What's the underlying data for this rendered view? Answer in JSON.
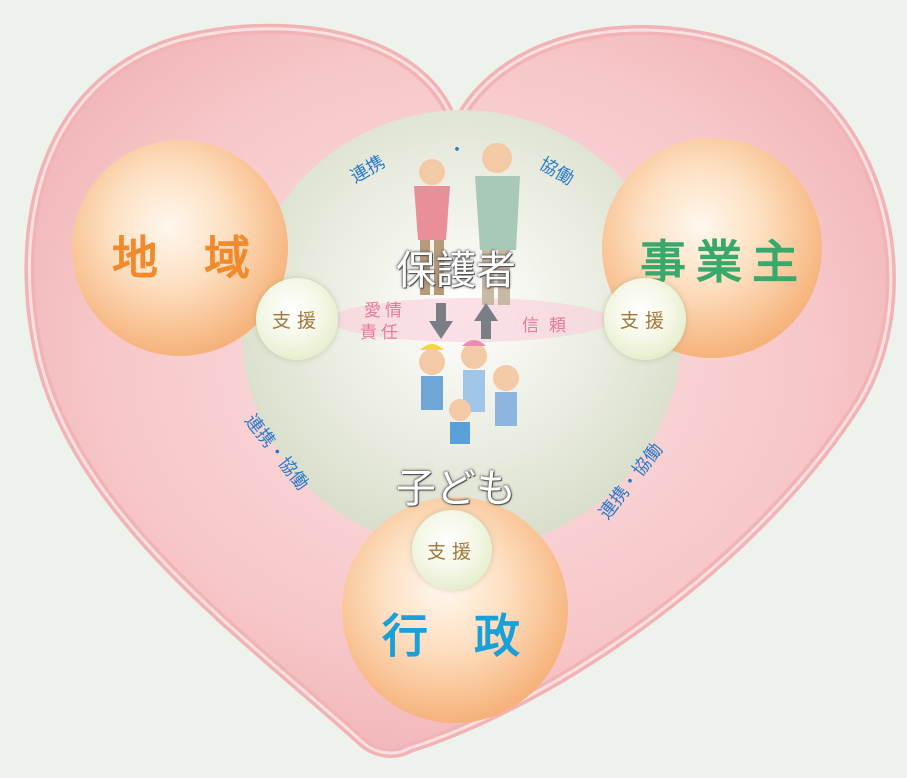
{
  "nodes": {
    "chiiki": "地　域",
    "jigyounushi": "事業主",
    "gyousei": "行　政",
    "hogosha": "保護者",
    "kodomo": "子ども"
  },
  "support": {
    "left": "支援",
    "right": "支援",
    "bottom": "支援"
  },
  "relations": {
    "aijou": "愛情",
    "sekinin": "責任",
    "shinrai": "信頼"
  },
  "links": {
    "top_left": "連携",
    "top_dot": "・",
    "top_right": "協働",
    "left": "連携・協働",
    "right": "連携・協働"
  },
  "colors": {
    "heart": "#f7c9cb",
    "chiiki": "#f08a2c",
    "jigyounushi": "#3aa86b",
    "gyousei": "#1aa0d8",
    "link_text": "#2a7ac8",
    "relation_text": "#e77a95"
  }
}
